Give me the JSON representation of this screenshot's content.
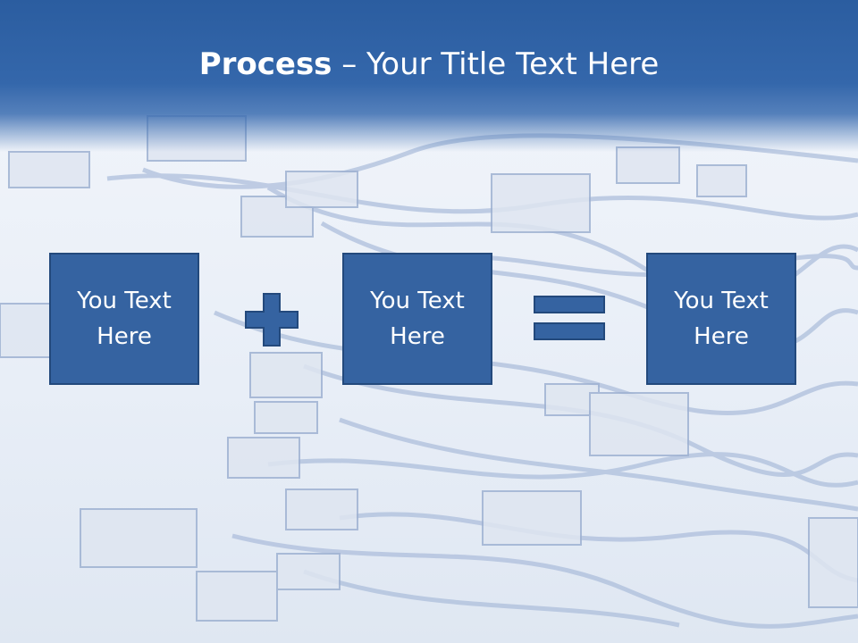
{
  "slide": {
    "title_bold": "Process",
    "title_rest": " – Your Title Text Here",
    "boxes": [
      {
        "text": "You Text Here"
      },
      {
        "text": "You Text Here"
      },
      {
        "text": "You Text Here"
      }
    ],
    "operators": [
      "plus-icon",
      "equals-icon"
    ],
    "colors": {
      "header": "#2b5da0",
      "box_fill": "#3563a1",
      "box_border": "#23497c",
      "title_text": "#ffffff"
    }
  }
}
